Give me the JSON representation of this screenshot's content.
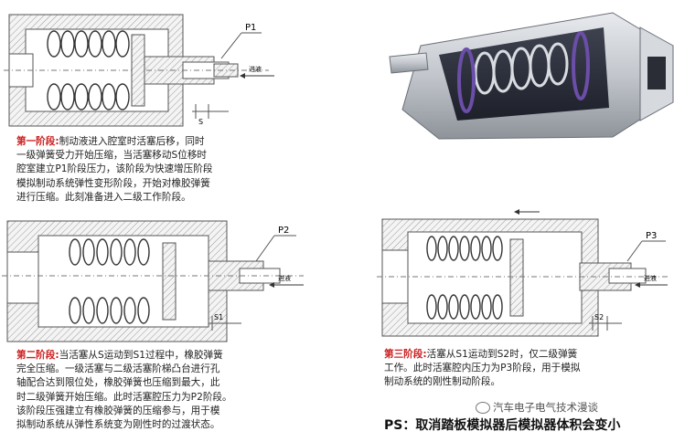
{
  "stage1": {
    "label": "第一阶段:",
    "lines": [
      "制动液进入腔室时活塞后移，同时",
      "一级弹簧受力开始压缩，当活塞移动S位移时",
      "腔室建立P1阶段压力，该阶段为快速增压阶段",
      "模拟制动系统弹性变形阶段，开始对橡胶弹簧",
      "进行压缩。此刻准备进入二级工作阶段。"
    ],
    "diagram_labels": {
      "pressure": "P1",
      "inlet": "进液",
      "stroke": "S"
    }
  },
  "stage2": {
    "label": "第二阶段:",
    "lines": [
      "当活塞从S运动到S1过程中，橡胶弹簧",
      "完全压缩。一级活塞与二级活塞阶梯凸台进行孔",
      "轴配合达到限位处，橡胶弹簧也压缩到最大，此",
      "时二级弹簧开始压缩。此时活塞腔压力为P2阶段。",
      "该阶段压强建立有橡胶弹簧的压缩参与，用于模",
      "拟制动系统从弹性系统变为刚性时的过渡状态。"
    ],
    "diagram_labels": {
      "pressure": "P2",
      "inlet": "进液",
      "stroke": "S1"
    }
  },
  "stage3": {
    "label": "第三阶段:",
    "lines": [
      "活塞从S1运动到S2时，仅二级弹簧",
      "工作。此时活塞腔内压力为P3阶段，用于模拟",
      "制动系统的刚性制动阶段。"
    ],
    "diagram_labels": {
      "pressure": "P3",
      "inlet": "进液",
      "stroke": "S2"
    }
  },
  "watermark": "汽车电子电气技术漫谈",
  "footnote": "PS：取消踏板模拟器后模拟器体积会变小",
  "colors": {
    "highlight": "#cc1f1f",
    "hatch": "#9a9a9a",
    "body3d": "#c8cbd0"
  }
}
